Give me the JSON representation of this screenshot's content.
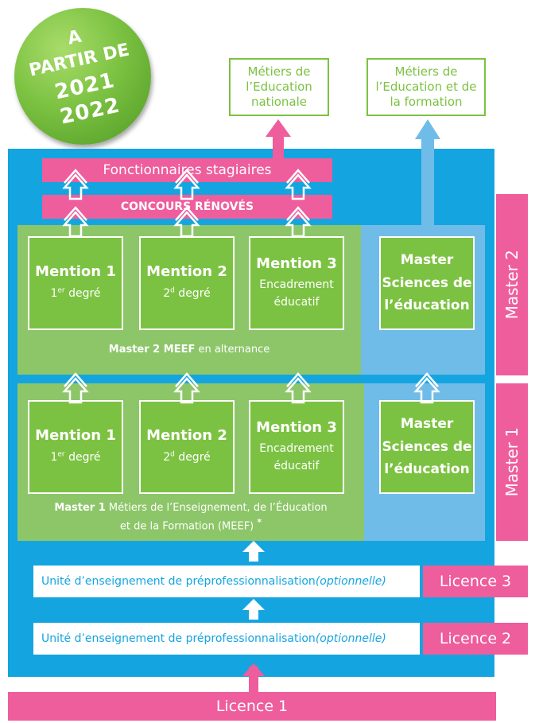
{
  "badge": {
    "line1": "A",
    "line2": "PARTIR DE",
    "line3": "2021",
    "line4": "2022"
  },
  "outcomes": {
    "education_nationale": "Métiers de l’Education nationale",
    "education_formation": "Métiers de l’Education et de la formation"
  },
  "bars": {
    "fonctionnaires": "Fonctionnaires stagiaires",
    "concours": "CONCOURS RÉNOVÉS"
  },
  "master2": {
    "label": "Master 2",
    "caption_bold": "Master  2 MEEF",
    "caption_rest": " en alternance",
    "mentions": [
      {
        "title": "Mention 1",
        "sub_base": "1",
        "sub_sup": "er",
        "sub_rest": " degré"
      },
      {
        "title": "Mention 2",
        "sub_base": "2",
        "sub_sup": "d",
        "sub_rest": " degré"
      },
      {
        "title": "Mention 3",
        "sub_line1": "Encadrement",
        "sub_line2": "éducatif"
      }
    ],
    "sciences": "Master Sciences de l’éducation"
  },
  "master1": {
    "label": "Master 1",
    "caption_bold": "Master 1",
    "caption_rest": " Métiers de l’Enseignement, de l’Éducation et de la Formation (MEEF)",
    "caption_star": "*",
    "mentions": [
      {
        "title": "Mention 1",
        "sub_base": "1",
        "sub_sup": "er",
        "sub_rest": " degré"
      },
      {
        "title": "Mention 2",
        "sub_base": "2",
        "sub_sup": "d",
        "sub_rest": " degré"
      },
      {
        "title": "Mention 3",
        "sub_line1": "Encadrement",
        "sub_line2": "éducatif"
      }
    ],
    "sciences": "Master Sciences de l’éducation"
  },
  "licence3": {
    "ue_text": "Unité d’enseignement de préprofessionnalisation ",
    "ue_optional": "(optionnelle)",
    "label": "Licence 3"
  },
  "licence2": {
    "ue_text": "Unité d’enseignement de préprofessionnalisation ",
    "ue_optional": "(optionnelle)",
    "label": "Licence 2"
  },
  "licence1": {
    "label": "Licence 1"
  },
  "colors": {
    "blue": "#14a5e0",
    "light_blue": "#70bce9",
    "green": "#7cc242",
    "light_green": "#8dc669",
    "pink": "#ee5d9c"
  }
}
